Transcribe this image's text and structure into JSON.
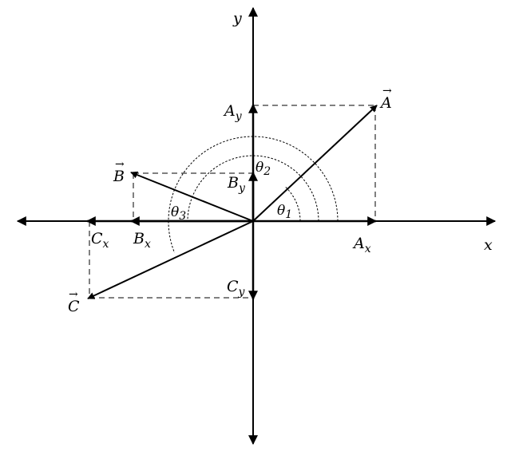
{
  "axes": {
    "x_label": "x",
    "y_label": "y"
  },
  "vectors": {
    "A": {
      "name": "A",
      "arrow": "→",
      "x_component": {
        "base": "A",
        "sub": "x"
      },
      "y_component": {
        "base": "A",
        "sub": "y"
      }
    },
    "B": {
      "name": "B",
      "arrow": "→",
      "x_component": {
        "base": "B",
        "sub": "x"
      },
      "y_component": {
        "base": "B",
        "sub": "y"
      }
    },
    "C": {
      "name": "C",
      "arrow": "→",
      "x_component": {
        "base": "C",
        "sub": "x"
      },
      "y_component": {
        "base": "C",
        "sub": "y"
      }
    }
  },
  "angles": {
    "theta1": {
      "base": "θ",
      "sub": "1"
    },
    "theta2": {
      "base": "θ",
      "sub": "2"
    },
    "theta3": {
      "base": "θ",
      "sub": "3"
    }
  },
  "colors": {
    "ink": "#000000",
    "background": "#ffffff"
  }
}
